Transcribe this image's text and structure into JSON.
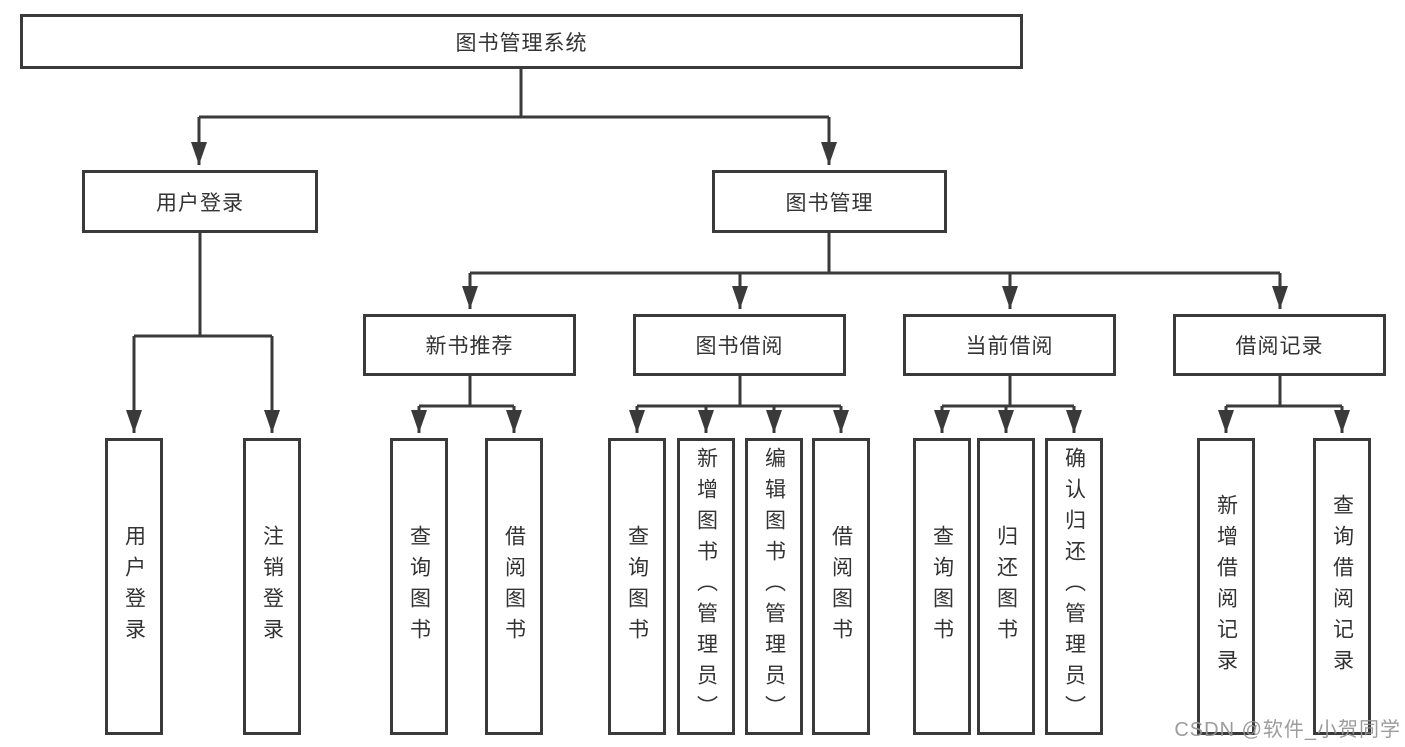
{
  "watermark": "CSDN @软件_小贺同学",
  "tree": {
    "label": "图书管理系统",
    "children": [
      {
        "label": "用户登录",
        "children": [
          {
            "label": "用户登录"
          },
          {
            "label": "注销登录"
          }
        ]
      },
      {
        "label": "图书管理",
        "children": [
          {
            "label": "新书推荐",
            "children": [
              {
                "label": "查询图书"
              },
              {
                "label": "借阅图书"
              }
            ]
          },
          {
            "label": "图书借阅",
            "children": [
              {
                "label": "查询图书"
              },
              {
                "label": "新增图书（管理员）"
              },
              {
                "label": "编辑图书（管理员）"
              },
              {
                "label": "借阅图书"
              }
            ]
          },
          {
            "label": "当前借阅",
            "children": [
              {
                "label": "查询图书"
              },
              {
                "label": "归还图书"
              },
              {
                "label": "确认归还（管理员）"
              }
            ]
          },
          {
            "label": "借阅记录",
            "children": [
              {
                "label": "新增借阅记录"
              },
              {
                "label": "查询借阅记录"
              }
            ]
          }
        ]
      }
    ]
  },
  "colors": {
    "line": "#3a3a3a",
    "text": "#333333",
    "background": "#ffffff",
    "watermark": "#949494"
  }
}
